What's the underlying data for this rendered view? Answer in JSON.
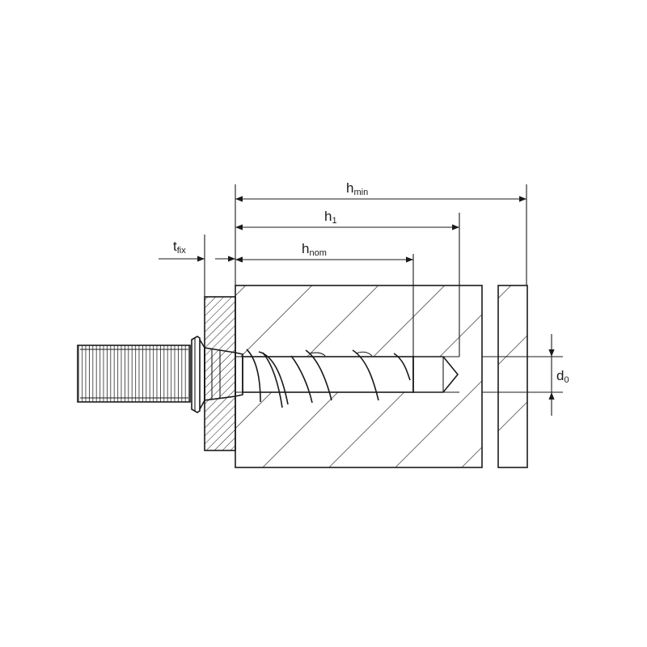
{
  "dimensions": {
    "h_min": {
      "base": "h",
      "sub": "min"
    },
    "h_1": {
      "base": "h",
      "sub": "1"
    },
    "h_nom": {
      "base": "h",
      "sub": "nom"
    },
    "t_fix": {
      "base": "t",
      "sub": "fix"
    },
    "d_0": {
      "base": "d",
      "sub": "0"
    }
  }
}
